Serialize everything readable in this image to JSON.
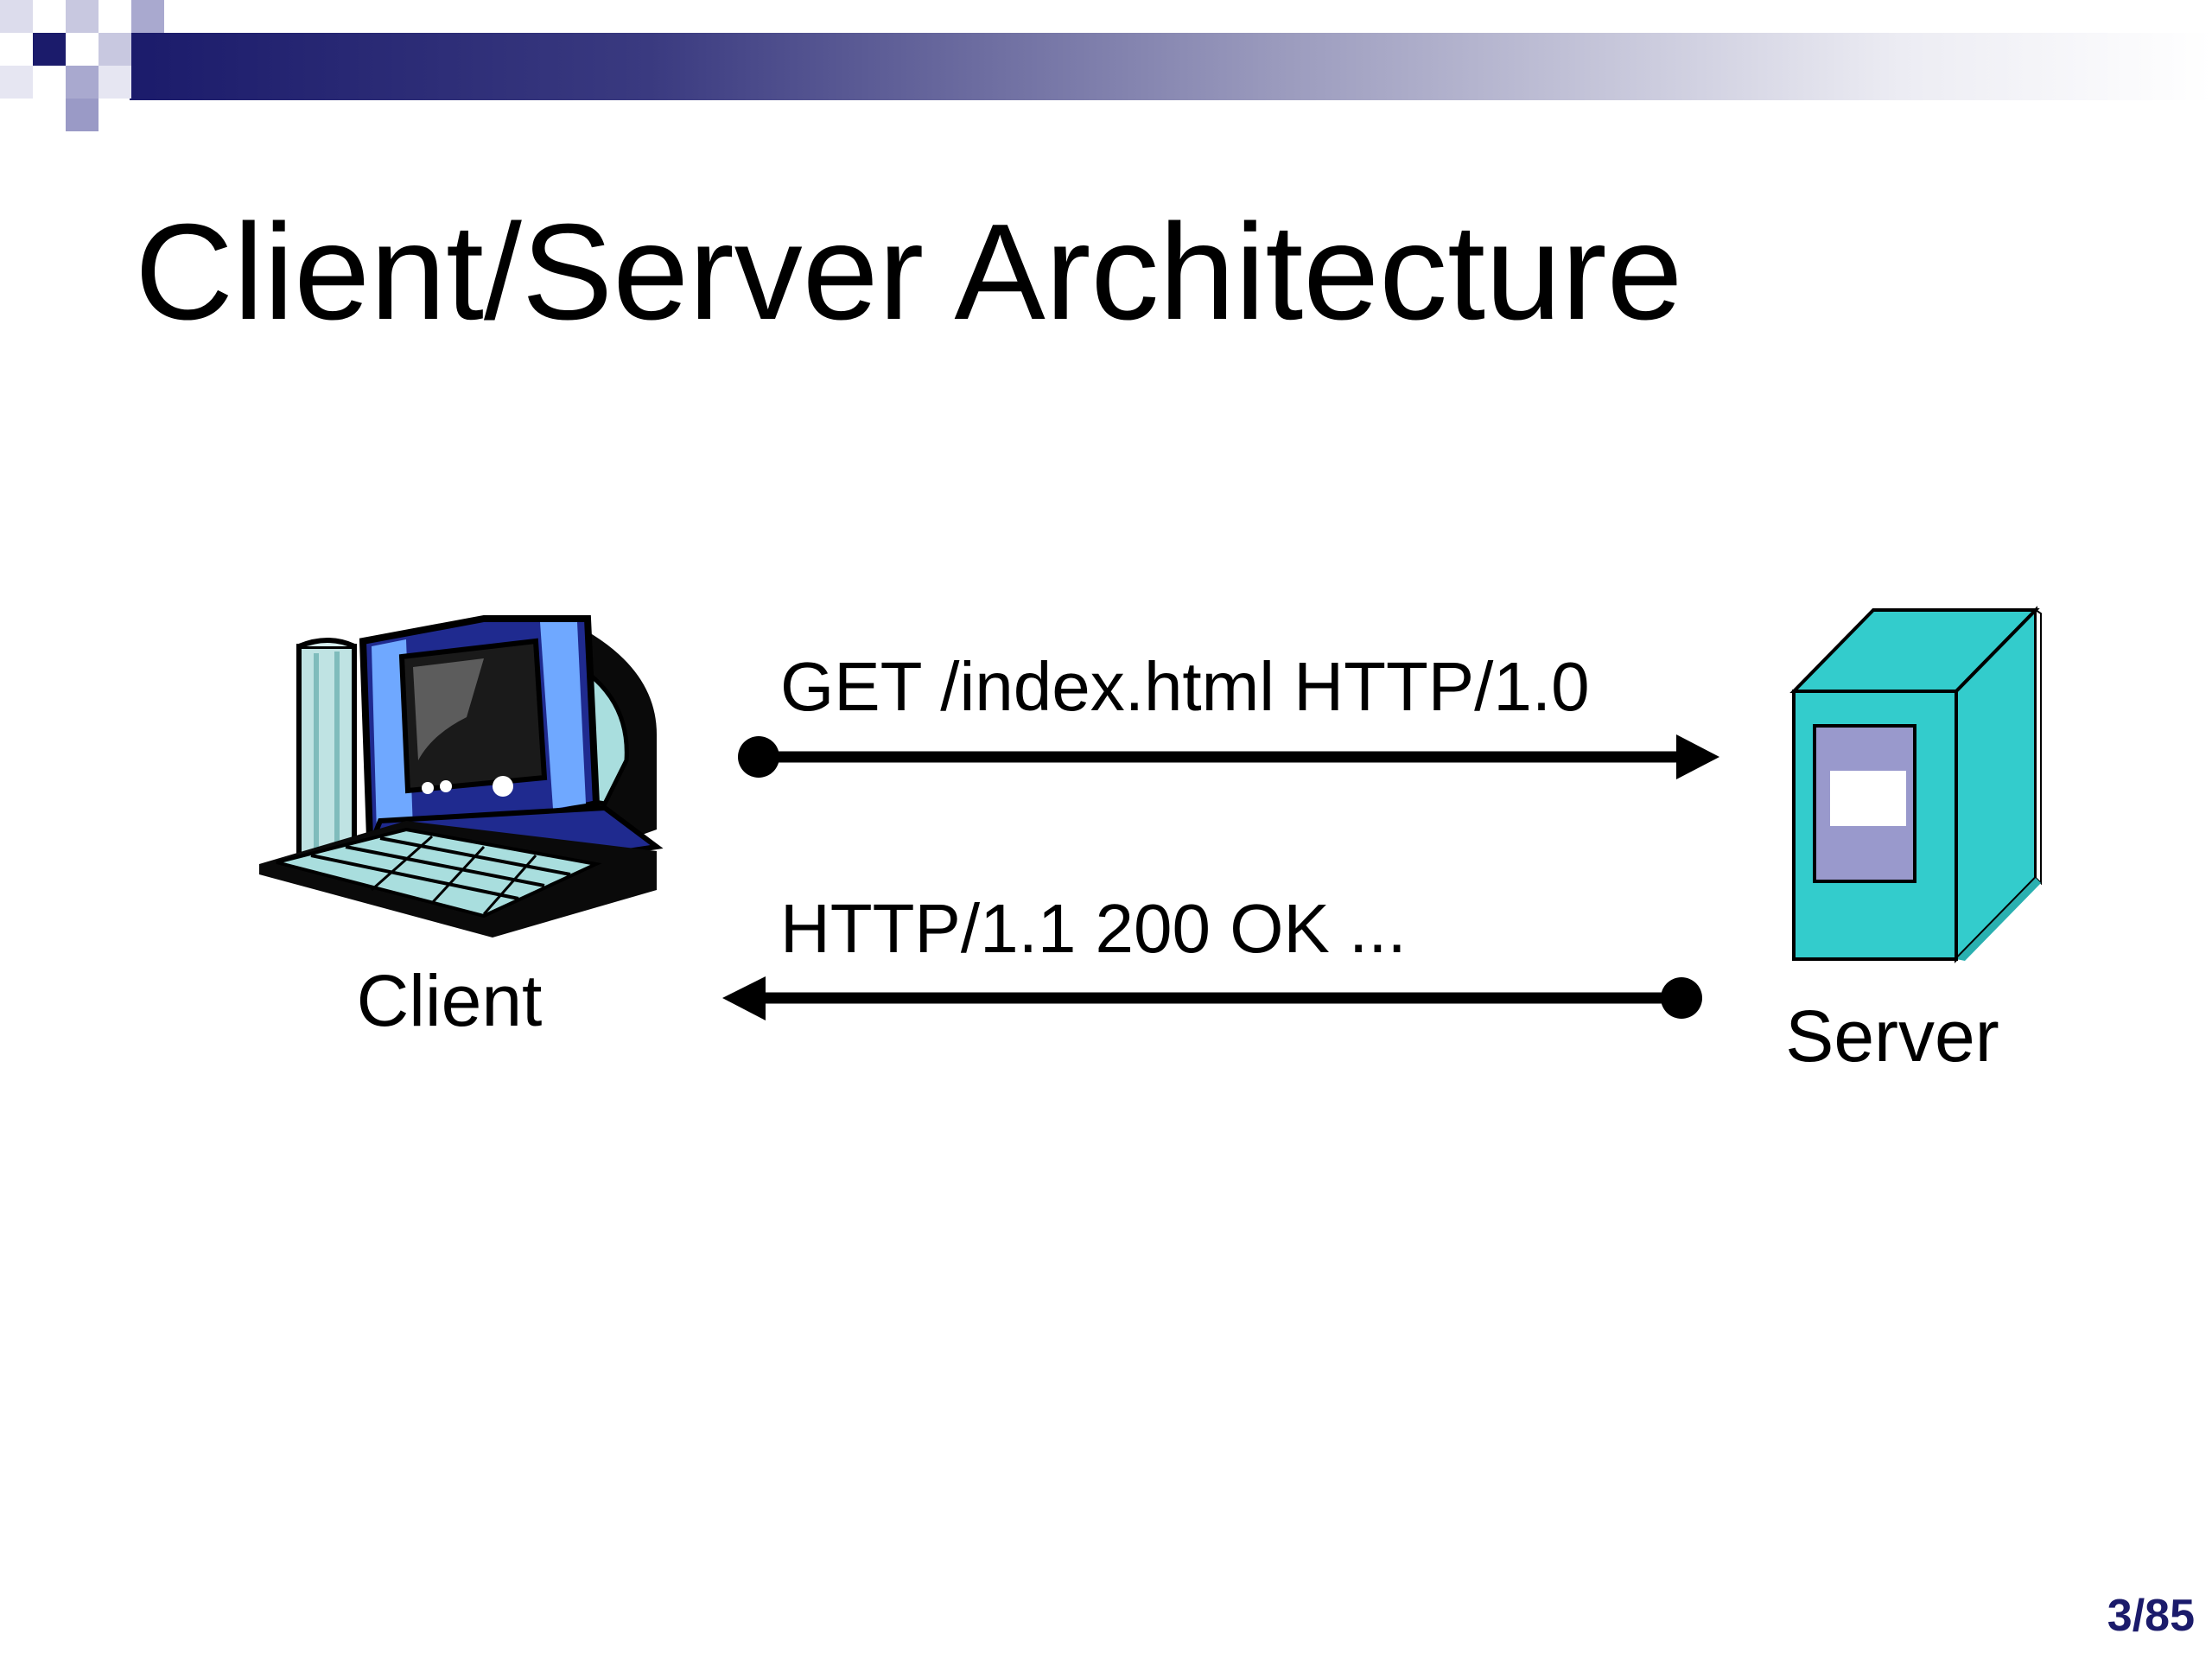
{
  "slide": {
    "title": "Client/Server Architecture",
    "page_number": "3/85"
  },
  "nodes": {
    "client": {
      "label": "Client",
      "icon": "desktop-computer-icon"
    },
    "server": {
      "label": "Server",
      "icon": "server-tower-icon"
    }
  },
  "messages": {
    "request": {
      "label": "GET /index.html HTTP/1.0",
      "direction": "client-to-server"
    },
    "response": {
      "label": "HTTP/1.1 200 OK ...",
      "direction": "server-to-client"
    }
  },
  "colors": {
    "header_dark": "#1b1b6b",
    "header_light": "#ffffff",
    "server_body": "#33cccc",
    "server_panel": "#9999cc",
    "client_blue": "#1f2a8f",
    "client_light": "#a9dede",
    "arrow": "#000000",
    "page_number": "#1b1b6b"
  }
}
